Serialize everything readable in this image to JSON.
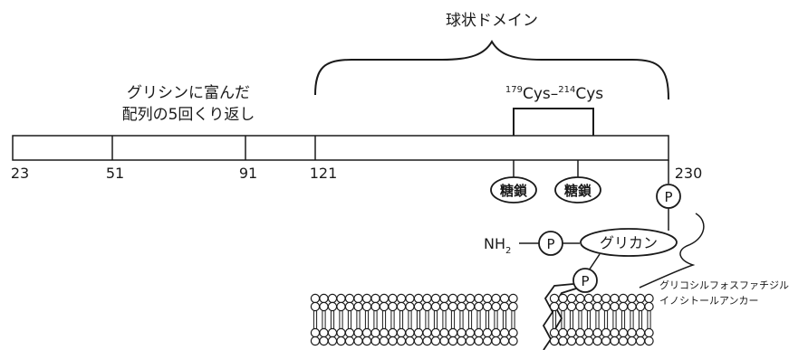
{
  "labels": {
    "globular_domain": "球状ドメイン",
    "glycine_repeat_line1": "グリシンに富んだ",
    "glycine_repeat_line2": "配列の5回くり返し",
    "cys_pre1": "179",
    "cys_mid": "Cys–",
    "cys_pre2": "214",
    "cys_end": "Cys",
    "residues": [
      "23",
      "51",
      "91",
      "121",
      "230"
    ],
    "sugar_chain": "糖鎖",
    "phosphate": "P",
    "nh2": "NH",
    "nh2_sub": "2",
    "glycan": "グリカン",
    "gpi_line1": "グリコシルフォスファチジル",
    "gpi_line2": "イノシトールアンカー"
  },
  "colors": {
    "ink": "#1a1a1a",
    "background": "#ffffff"
  }
}
